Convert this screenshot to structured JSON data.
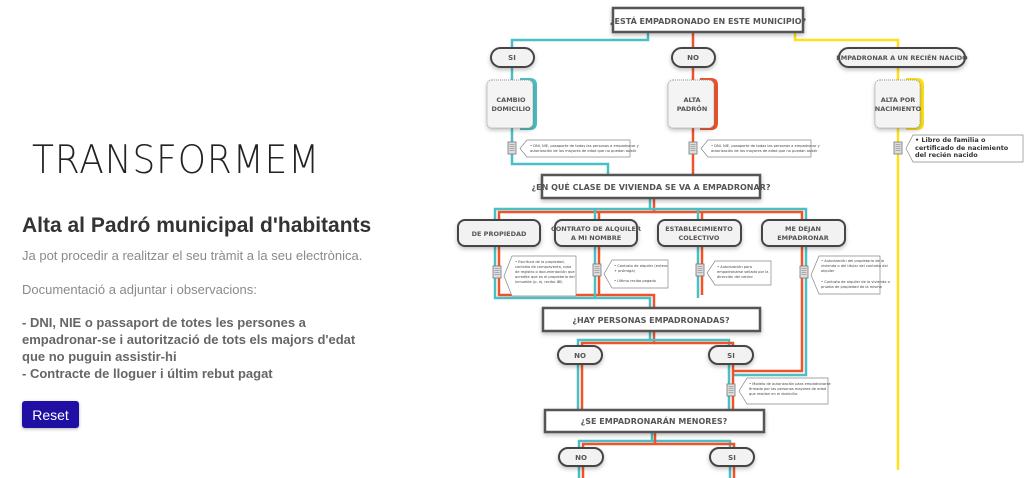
{
  "brand": "TRANSFORMEM",
  "title": "Alta al Padró municipal d'habitants",
  "intro": "Ja pot procedir a realitzar el seu tràmit a la seu electrònica.",
  "doc_heading": "Documentació a adjuntar i observacions:",
  "doc_items": [
    "- DNI, NIE o passaport de totes les persones a empadronar-se i autorització de tots els majors d'edat que no puguin assistir-hi",
    "- Contracte de lloguer i últim rebut pagat"
  ],
  "reset_label": "Reset",
  "colors": {
    "teal": "#4bbfc4",
    "red": "#f0532b",
    "yellow": "#ffe01a",
    "button": "#1f0fa3"
  },
  "flowchart": {
    "q1": "¿ESTÁ EMPADRONADO EN ESTE MUNICIPIO?",
    "si": "SI",
    "no": "NO",
    "newborn": "EMPADRONAR A UN RECIÉN NACIDO",
    "cambio": [
      "CAMBIO",
      "DOMICILIO"
    ],
    "alta": [
      "ALTA",
      "PADRÓN"
    ],
    "nacimiento": [
      "ALTA POR",
      "NACIMIENTO"
    ],
    "note_dni": [
      "• DNI, NIE, pasaporte de todas las personas a empadronar y",
      "autorización de los mayores de edad que no puedan asistir"
    ],
    "note_libro": "• Libro de familia o certificado de nacimiento del recién nacido",
    "q2": "¿EN QUÉ CLASE DE VIVIENDA SE VA A EMPADRONAR?",
    "propiedad": "DE PROPIEDAD",
    "contrato": [
      "CONTRATO DE ALQUILER",
      "A MI NOMBRE"
    ],
    "establecimiento": [
      "ESTABLECIMIENTO",
      "COLECTIVO"
    ],
    "medejan": [
      "ME DEJAN",
      "EMPADRONAR"
    ],
    "note_propiedad": [
      "• Escritura de la propiedad,",
      "contrato de compraventa, nota",
      "de registro o documentación que",
      "acredite que es el propietario del",
      "inmueble (p. ej. recibo IBI)"
    ],
    "note_contrato": [
      "• Contrato de alquiler (entero",
      "+ prórroga)",
      "• Último recibo pagado"
    ],
    "note_establecimiento": [
      "• Autorización para",
      "empadronarse sellada por la",
      "dirección del centro"
    ],
    "note_medejan": [
      "• Autorización del propietario de la",
      "vivienda o del titular del contrato del",
      "alquiler",
      "• Contrato de alquiler de la vivienda o",
      "prueba de propiedad de la misma"
    ],
    "q3": "¿HAY PERSONAS EMPADRONADAS?",
    "note_modelo": [
      "• Modelo de autorización para empadronarse",
      "firmado por las personas mayores de edad",
      "que residan en el domicilio"
    ],
    "q4": "¿SE EMPADRONARÁN MENORES?"
  }
}
